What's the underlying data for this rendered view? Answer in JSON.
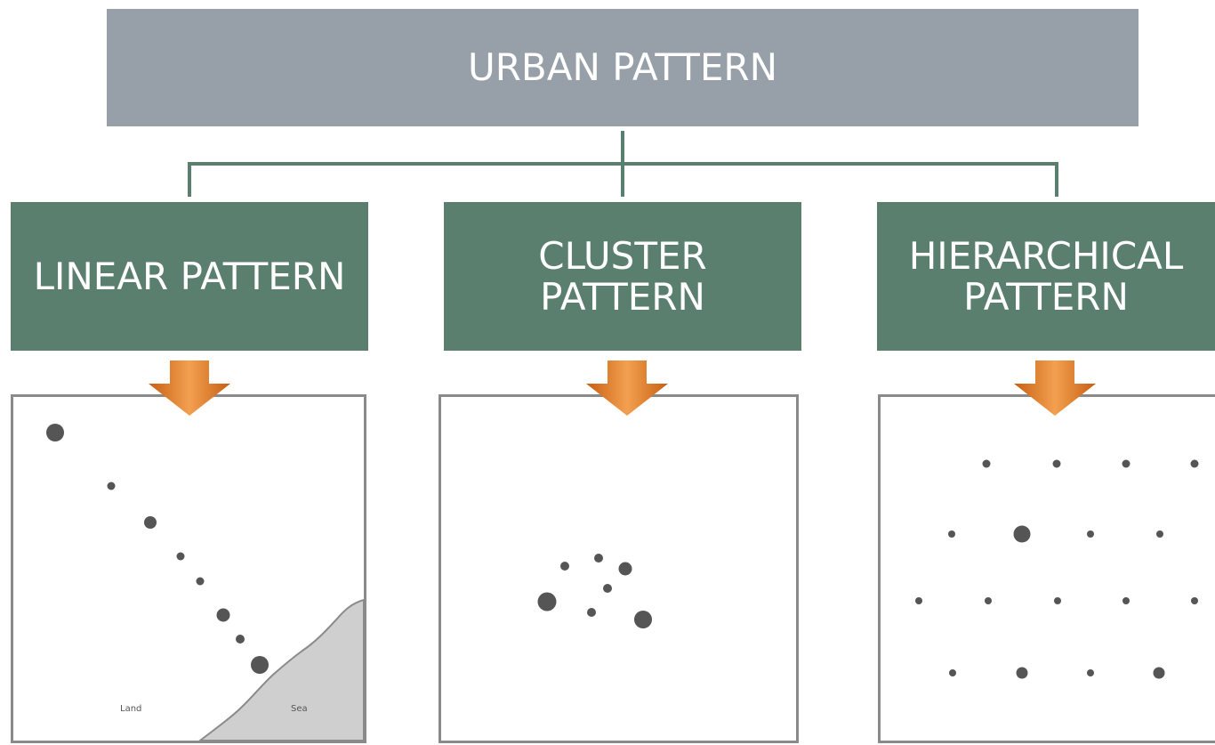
{
  "title": "URBAN PATTERN",
  "patterns": [
    {
      "label": "LINEAR PATTERN"
    },
    {
      "label": "CLUSTER\nPATTERN"
    },
    {
      "label": "HIERARCHICAL\nPATTERN"
    }
  ],
  "linear_map": {
    "land_label": "Land",
    "sea_label": "Sea"
  },
  "colors": {
    "title_box": "#979fa9",
    "pattern_box": "#5a7f6e",
    "arrow": "#e07a26",
    "dot": "#555555",
    "sea": "#cfcfcf"
  }
}
